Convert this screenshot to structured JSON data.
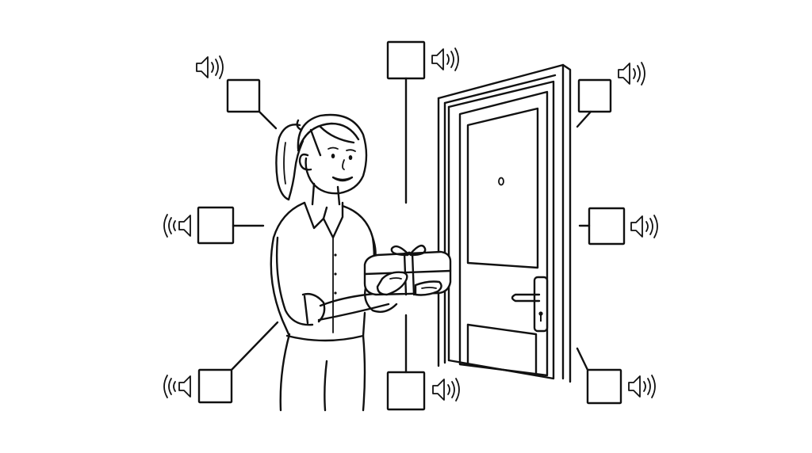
{
  "illustration": {
    "style": "black line art on white",
    "ink_color": "#111111",
    "background_color": "#ffffff",
    "scene": {
      "person": "woman-with-ponytail",
      "held_item": "gift-box-with-bow",
      "door": "open-front-door"
    },
    "sensors": [
      {
        "id": "top-left",
        "icon": "speaker-icon"
      },
      {
        "id": "top-center",
        "icon": "speaker-icon"
      },
      {
        "id": "top-right",
        "icon": "speaker-icon"
      },
      {
        "id": "mid-left",
        "icon": "speaker-icon"
      },
      {
        "id": "mid-right",
        "icon": "speaker-icon"
      },
      {
        "id": "bottom-left",
        "icon": "speaker-icon"
      },
      {
        "id": "bottom-center",
        "icon": "speaker-icon"
      },
      {
        "id": "bottom-right",
        "icon": "speaker-icon"
      }
    ]
  }
}
